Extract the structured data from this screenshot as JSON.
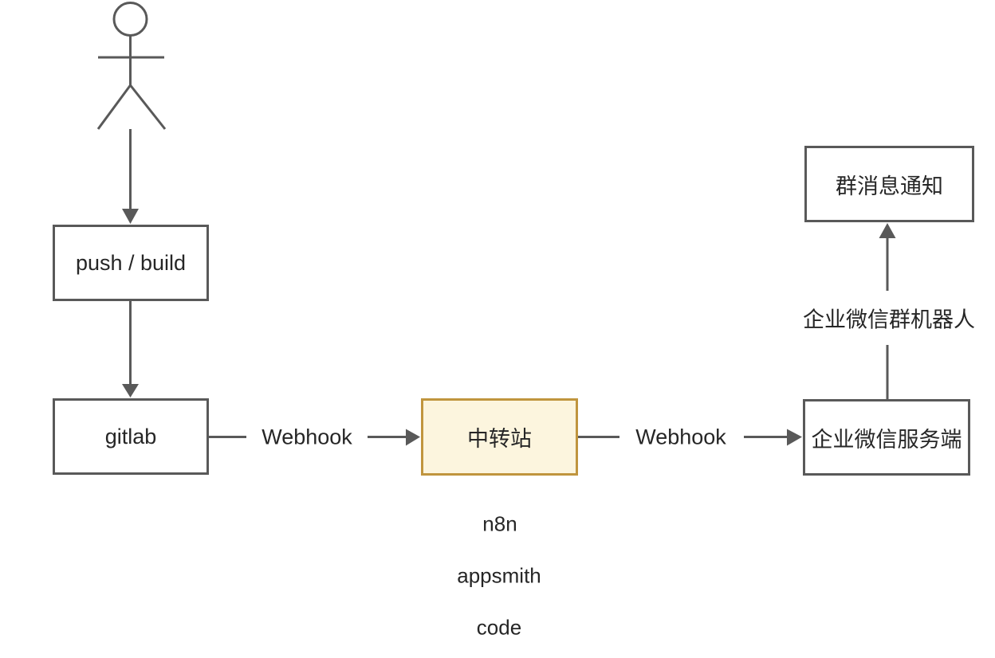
{
  "colors": {
    "line": "#595959",
    "text": "#262626",
    "box_background": "#ffffff",
    "highlight_background": "#FCF5DE",
    "highlight_border": "#C0953E",
    "page_background": "#ffffff"
  },
  "nodes": [
    {
      "id": "push_build",
      "label": "push / build"
    },
    {
      "id": "gitlab",
      "label": "gitlab"
    },
    {
      "id": "relay",
      "label": "中转站",
      "highlighted": true
    },
    {
      "id": "wecom_server",
      "label": "企业微信服务端"
    },
    {
      "id": "group_notify",
      "label": "群消息通知"
    }
  ],
  "edge_labels": {
    "webhook_1": "Webhook",
    "webhook_2": "Webhook",
    "wecom_group_robot": "企业微信群机器人"
  },
  "notes": [
    "n8n",
    "appsmith",
    "code"
  ],
  "actor": {
    "name": "user"
  }
}
